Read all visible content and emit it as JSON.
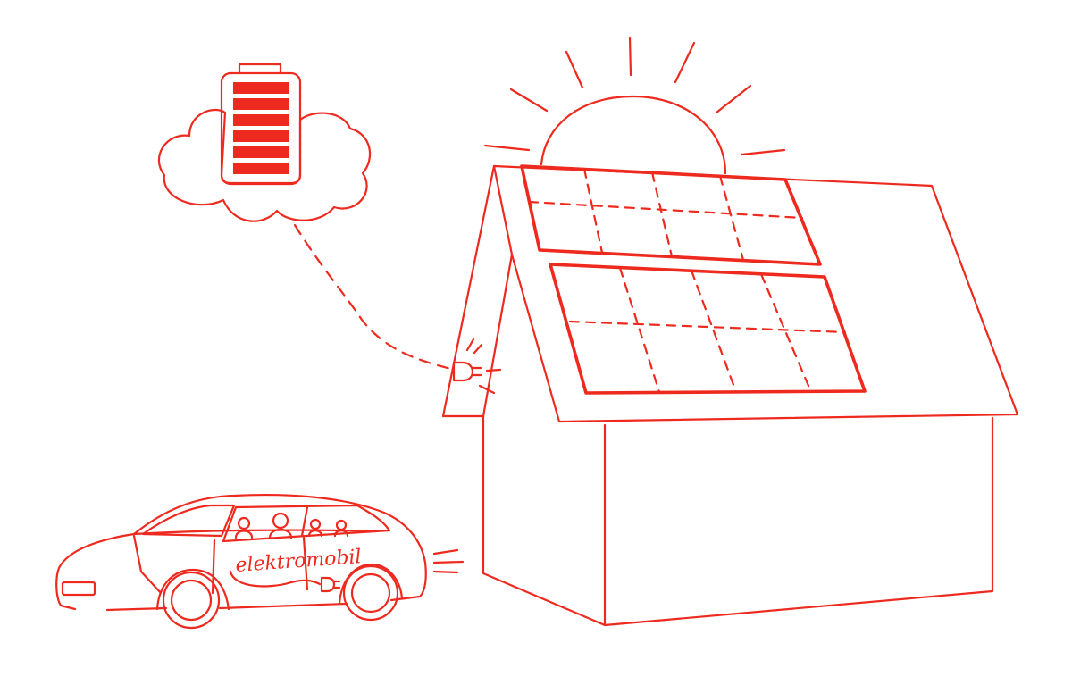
{
  "illustration": {
    "stroke_color": "#ee2a1f",
    "background_color": "#ffffff",
    "car_label": "elektromobil",
    "battery_level": 1.0,
    "battery_bars": 6,
    "icons": [
      "battery-icon",
      "sun-icon",
      "plug-icon",
      "car-icon"
    ]
  }
}
